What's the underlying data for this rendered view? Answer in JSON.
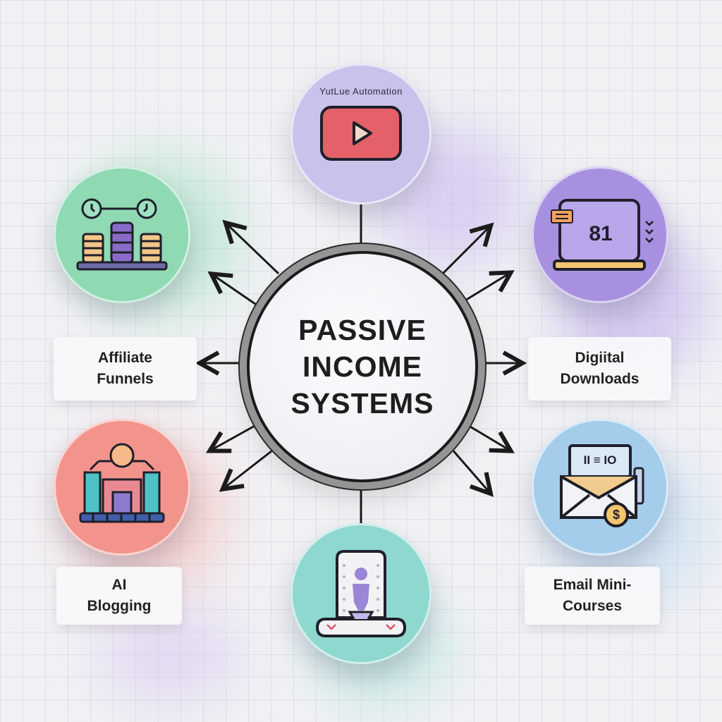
{
  "center": {
    "line1": "PASSIVE",
    "line2": "INCOME",
    "line3": "SYSTEMS"
  },
  "nodes": [
    {
      "id": "youtube",
      "label": "YutLue Automation",
      "color": "#c9c3ec",
      "icon": "play-video-icon"
    },
    {
      "id": "affiliate",
      "label_line1": "Affiliate",
      "label_line2": "Funnels",
      "color": "#8fd9b3",
      "icon": "coin-stacks-funnel-icon"
    },
    {
      "id": "digital",
      "label_line1": "Digiital",
      "label_line2": "Downloads",
      "color": "#a890e0",
      "icon": "download-laptop-icon",
      "icon_text": "81"
    },
    {
      "id": "blogging",
      "label_line1": "AI",
      "label_line2": "Blogging",
      "color": "#f2948c",
      "icon": "blog-building-icon"
    },
    {
      "id": "email",
      "label_line1": "Email Mini-",
      "label_line2": "Courses",
      "color": "#a3cdea",
      "icon": "email-envelope-icon",
      "icon_text": "II ≡ IO",
      "coin_text": "$"
    },
    {
      "id": "bottom",
      "color": "#8ed8cf",
      "icon": "ai-robot-icon"
    }
  ]
}
